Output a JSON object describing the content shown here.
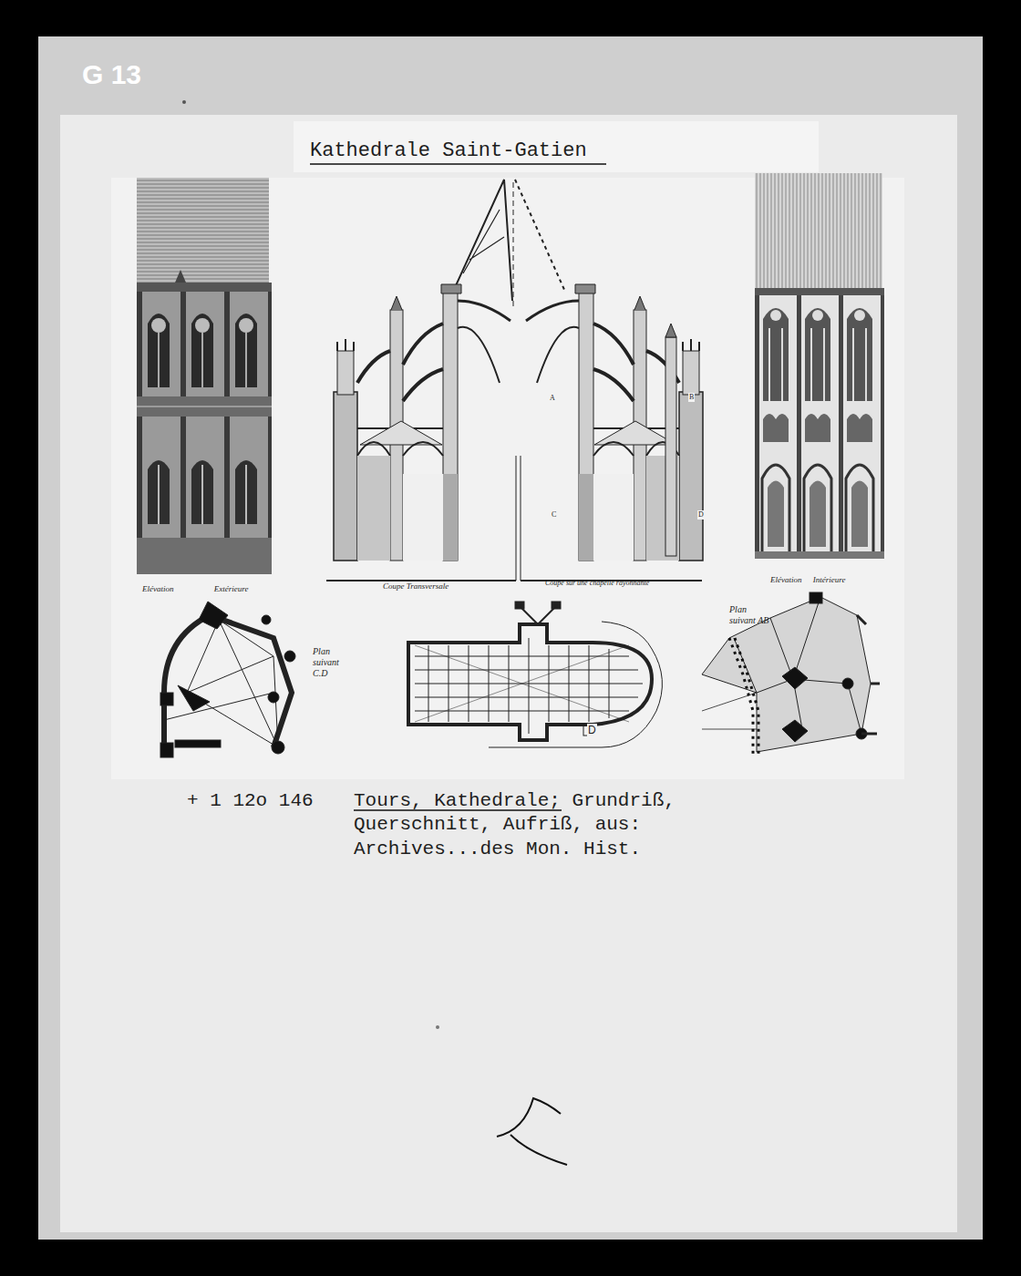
{
  "diagram": {
    "title": "Kathedrale Saint-Gatien",
    "caption": "Tours, Kathedrale; Grundriß, Querschnitt, Aufriß, aus: Archives...des Mon. Hist.",
    "labels": [
      "G 13",
      "+ 1 12o 146",
      "Elévation Extérieure",
      "Coupe Transversale",
      "Coupe sur une chapelle rayonnante",
      "Elévation Intérieure",
      "Plan suivant C.D",
      "Plan suivant AB",
      "A",
      "B",
      "C",
      "D",
      "D"
    ]
  }
}
